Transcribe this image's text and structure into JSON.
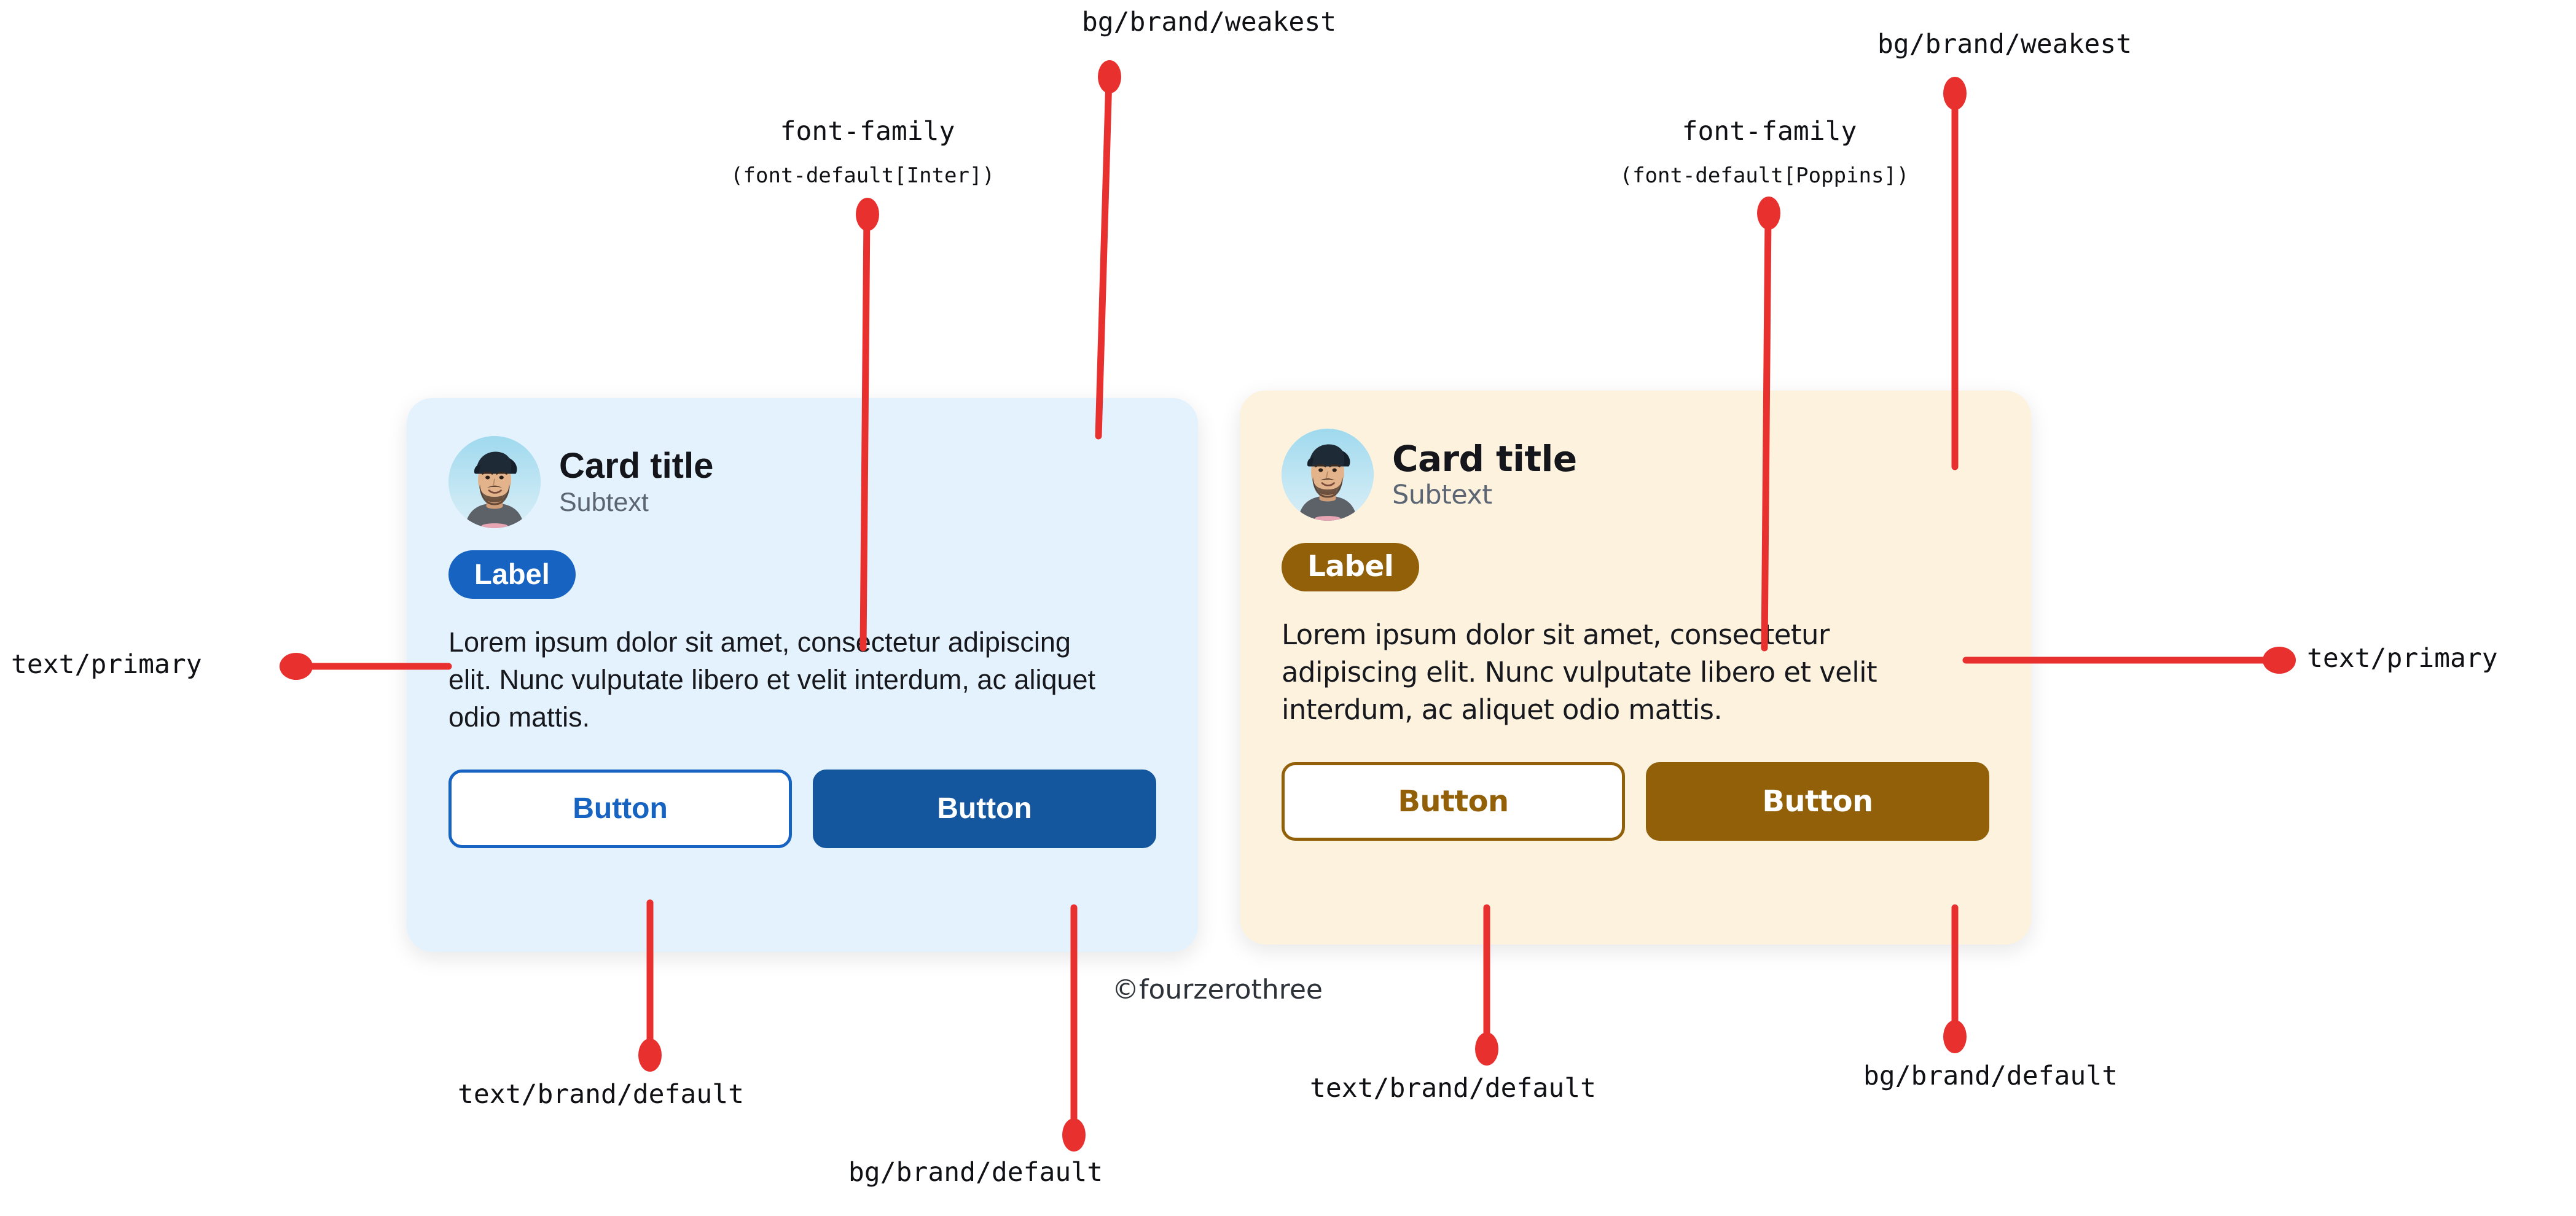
{
  "page": {
    "background_color": "#ffffff",
    "annotation_color": "#e8312f",
    "watermark": "©fourzerothree"
  },
  "cards": [
    {
      "id": "card-blue",
      "theme": "inter",
      "background_color": "#e4f2fd",
      "title": "Card title",
      "subtext": "Subtext",
      "badge_label": "Label",
      "badge_color": "#1763c2",
      "body": "Lorem ipsum dolor sit amet, consectetur adipiscing elit. Nunc vulputate libero et velit interdum, ac aliquet odio mattis.",
      "body_color": "#16181d",
      "buttons": [
        {
          "label": "Button",
          "variant": "outline",
          "text_color": "#1763c2",
          "background_color": "#ffffff"
        },
        {
          "label": "Button",
          "variant": "solid",
          "text_color": "#ffffff",
          "background_color": "#14579f"
        }
      ]
    },
    {
      "id": "card-tan",
      "theme": "poppins",
      "background_color": "#fdf2de",
      "title": "Card title",
      "subtext": "Subtext",
      "badge_label": "Label",
      "badge_color": "#93600a",
      "body": "Lorem ipsum dolor sit amet, consectetur adipiscing elit. Nunc vulputate libero et velit interdum, ac aliquet odio mattis.",
      "body_color": "#16181d",
      "buttons": [
        {
          "label": "Button",
          "variant": "outline",
          "text_color": "#93600a",
          "background_color": "#ffffff"
        },
        {
          "label": "Button",
          "variant": "solid",
          "text_color": "#ffffff",
          "background_color": "#93600a"
        }
      ]
    }
  ],
  "annotations": [
    {
      "id": "bg-brand-weakest-left",
      "text": "bg/brand/weakest"
    },
    {
      "id": "bg-brand-weakest-right",
      "text": "bg/brand/weakest"
    },
    {
      "id": "font-family-left",
      "text": "font-family",
      "detail": "(font-default[Inter])"
    },
    {
      "id": "font-family-right",
      "text": "font-family",
      "detail": "(font-default[Poppins])"
    },
    {
      "id": "text-primary-left",
      "text": "text/primary"
    },
    {
      "id": "text-primary-right",
      "text": "text/primary"
    },
    {
      "id": "text-brand-default-left",
      "text": "text/brand/default"
    },
    {
      "id": "text-brand-default-right",
      "text": "text/brand/default"
    },
    {
      "id": "bg-brand-default-left",
      "text": "bg/brand/default"
    },
    {
      "id": "bg-brand-default-right",
      "text": "bg/brand/default"
    }
  ]
}
